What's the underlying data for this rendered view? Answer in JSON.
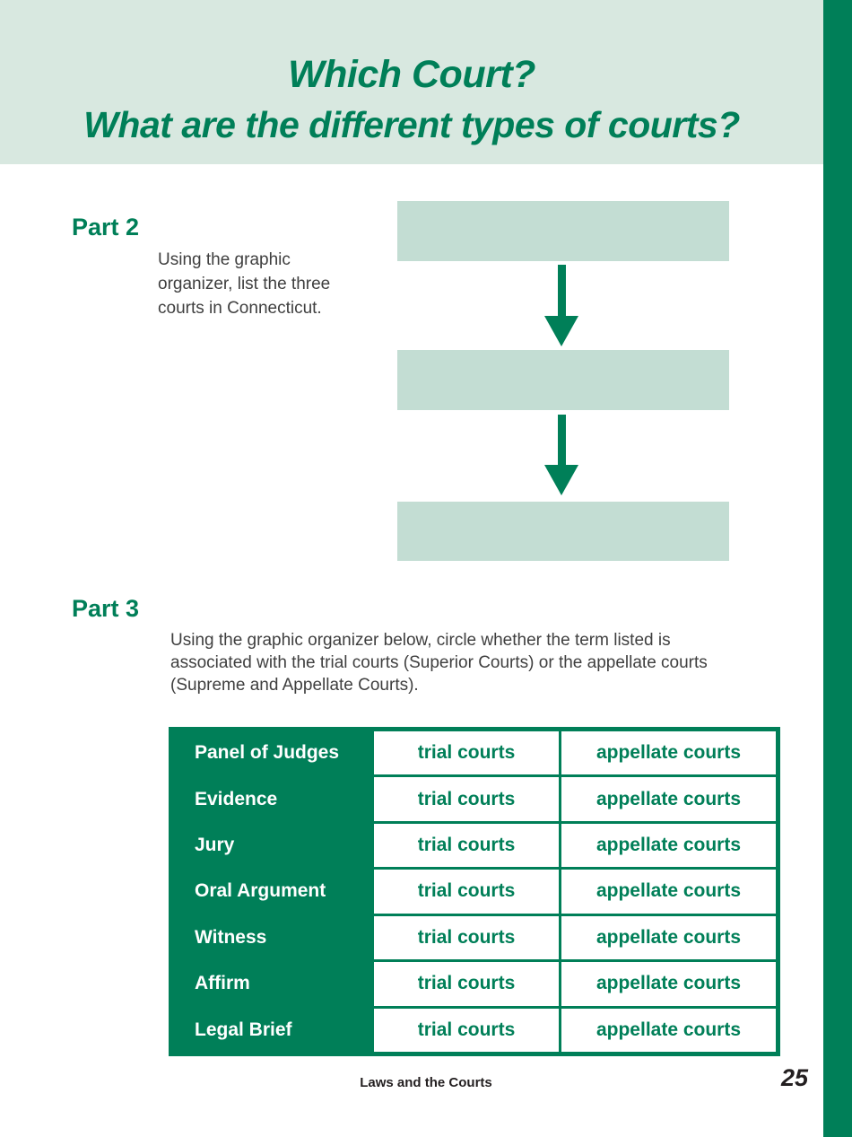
{
  "colors": {
    "dark_green": "#007F58",
    "header_green": "#D8E8E0",
    "box_green": "#C3DDD3"
  },
  "header": {
    "title_line1": "Which Court?",
    "title_line2": "What are the different types of courts?"
  },
  "part2": {
    "heading": "Part 2",
    "instructions": "Using the graphic organizer, list the three courts in Connecticut.",
    "organizer": {
      "boxes": [
        "",
        "",
        ""
      ],
      "arrow_icon": "down-arrow"
    }
  },
  "part3": {
    "heading": "Part 3",
    "instructions": "Using the graphic organizer below, circle whether the term listed is associated with the trial courts (Superior Courts) or the appellate courts (Supreme and Appellate Courts).",
    "table": {
      "rows": [
        {
          "term": "Panel of Judges",
          "trial": "trial courts",
          "appellate": "appellate courts"
        },
        {
          "term": "Evidence",
          "trial": "trial courts",
          "appellate": "appellate courts"
        },
        {
          "term": "Jury",
          "trial": "trial courts",
          "appellate": "appellate courts"
        },
        {
          "term": "Oral Argument",
          "trial": "trial courts",
          "appellate": "appellate courts"
        },
        {
          "term": "Witness",
          "trial": "trial courts",
          "appellate": "appellate courts"
        },
        {
          "term": "Affirm",
          "trial": "trial courts",
          "appellate": "appellate courts"
        },
        {
          "term": "Legal Brief",
          "trial": "trial courts",
          "appellate": "appellate courts"
        }
      ]
    }
  },
  "footer": {
    "book_title": "Laws and the Courts",
    "page_number": "25"
  }
}
